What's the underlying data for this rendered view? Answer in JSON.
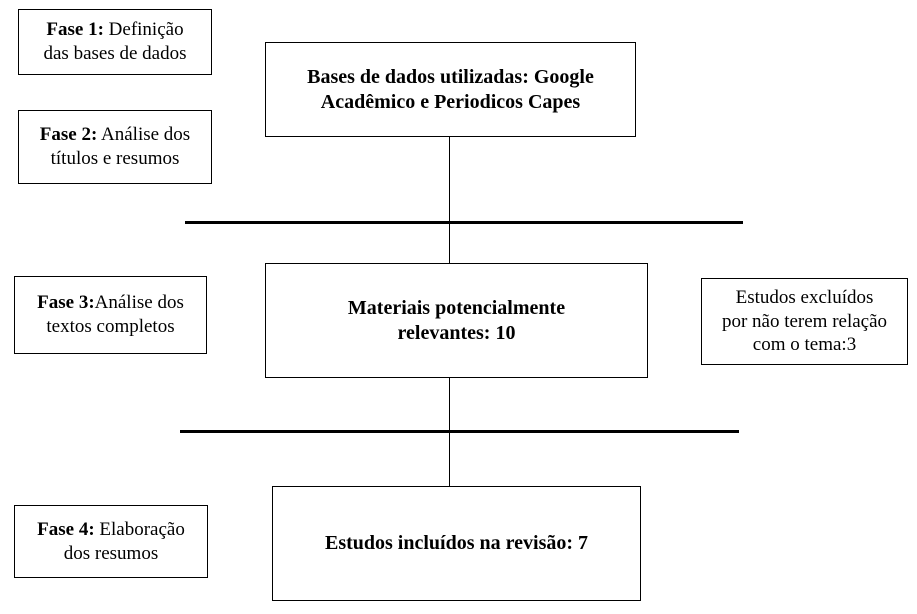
{
  "phases": [
    {
      "prefix": "Fase 1:",
      "line1_rest": " Definição",
      "line2": "das bases de dados"
    },
    {
      "prefix": "Fase 2:",
      "line1_rest": " Análise dos",
      "line2": "títulos e resumos"
    },
    {
      "prefix": "Fase 3:",
      "line1_rest": "Análise dos",
      "line2": "textos completos"
    },
    {
      "prefix": "Fase 4:",
      "line1_rest": " Elaboração",
      "line2": "dos resumos"
    }
  ],
  "flow": {
    "databases": {
      "line1": "Bases de dados utilizadas: Google",
      "line2": "Acadêmico e Periodicos Capes"
    },
    "relevant": {
      "line1": "Materiais potencialmente",
      "line2": "relevantes: 10"
    },
    "included": {
      "line1": "Estudos incluídos na revisão: 7"
    }
  },
  "excluded": {
    "line1": "Estudos excluídos",
    "line2": "por não terem relação",
    "line3": "com o tema:3"
  }
}
